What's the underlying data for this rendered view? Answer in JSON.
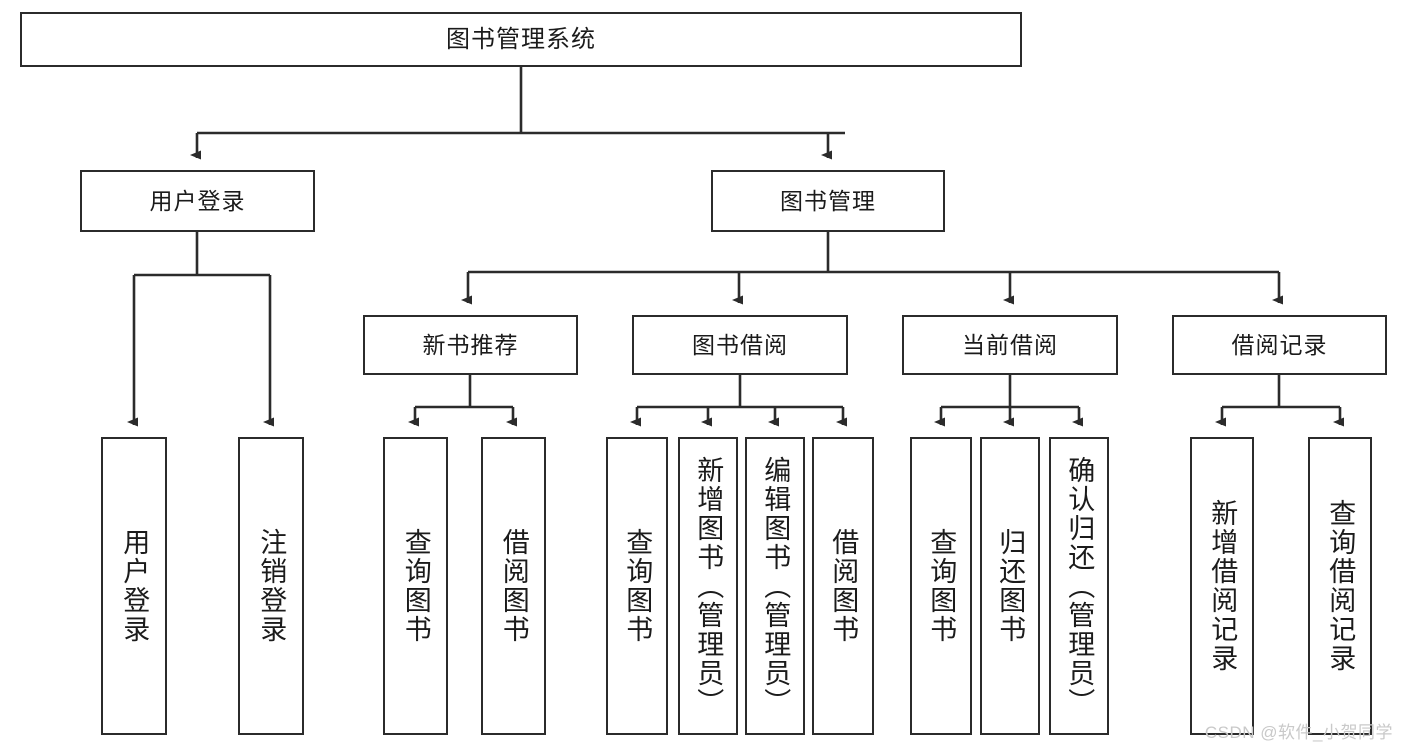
{
  "diagram": {
    "title": "图书管理系统",
    "watermark": "CSDN @软件_小贺同学",
    "accent_color": "#2b2b2b",
    "background_color": "#ffffff",
    "watermark_color": "#c9c9c9",
    "nodes": {
      "root": "图书管理系统",
      "level1": {
        "user_login": "用户登录",
        "book_manage": "图书管理"
      },
      "level2": {
        "new_book_rec": "新书推荐",
        "book_borrow": "图书借阅",
        "current_borrow": "当前借阅",
        "borrow_record": "借阅记录"
      },
      "leaves": {
        "user_login_1": "用户登录",
        "user_login_2": "注销登录",
        "new_book_rec_1": "查询图书",
        "new_book_rec_2": "借阅图书",
        "book_borrow_1": "查询图书",
        "book_borrow_2": "新增图书（管理员）",
        "book_borrow_3": "编辑图书（管理员）",
        "book_borrow_4": "借阅图书",
        "current_borrow_1": "查询图书",
        "current_borrow_2": "归还图书",
        "current_borrow_3": "确认归还（管理员）",
        "borrow_record_1": "新增借阅记录",
        "borrow_record_2": "查询借阅记录"
      }
    }
  }
}
